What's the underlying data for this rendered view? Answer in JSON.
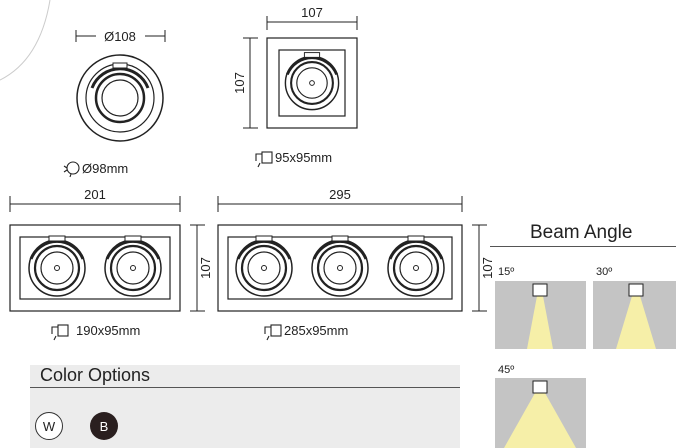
{
  "fixtures": {
    "round": {
      "width_label": "Ø108",
      "cutout_label": "Ø98mm",
      "cutout_icon": "cutout-round-icon"
    },
    "single": {
      "width_label": "107",
      "height_label": "107",
      "cutout_label": "95x95mm",
      "cutout_icon": "cutout-square-icon"
    },
    "double": {
      "width_label": "201",
      "height_label": "107",
      "cutout_label": "190x95mm",
      "cutout_icon": "cutout-square-icon"
    },
    "triple": {
      "width_label": "295",
      "height_label": "107",
      "cutout_label": "285x95mm",
      "cutout_icon": "cutout-square-icon"
    }
  },
  "beam": {
    "title": "Beam Angle",
    "angles": [
      {
        "label": "15º",
        "degrees": 15
      },
      {
        "label": "30º",
        "degrees": 30
      },
      {
        "label": "45º",
        "degrees": 45
      }
    ],
    "colors": {
      "panel": "#c4c4c4",
      "beam": "#f6efa8"
    }
  },
  "colors": {
    "title": "Color Options",
    "options": [
      {
        "code": "W",
        "color": "#ffffff"
      },
      {
        "code": "B",
        "color": "#2a1f1f"
      }
    ]
  }
}
